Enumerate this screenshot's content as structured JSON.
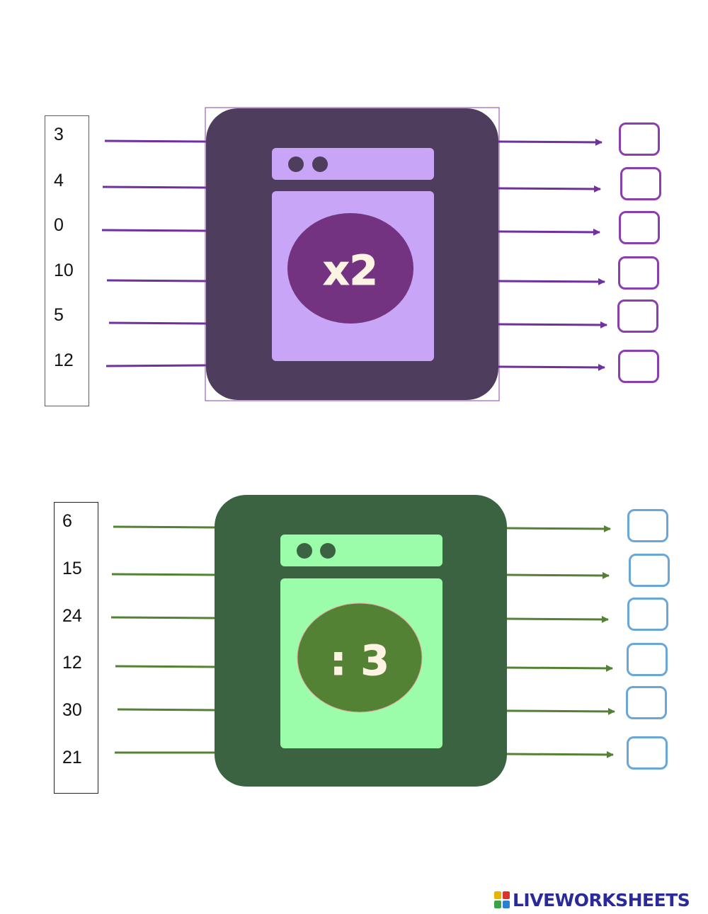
{
  "machine_multiply": {
    "operation": "x2",
    "inputs": [
      "3",
      "4",
      "0",
      "10",
      "5",
      "12"
    ],
    "colors": {
      "frame": "#4f3d5e",
      "panel": "#c8a5f6",
      "knob": "#4f3d5e",
      "drum": "#733380",
      "arrow": "#7030a0",
      "answer_border": "#8a3fb0"
    }
  },
  "machine_divide": {
    "operation": ": 3",
    "inputs": [
      "6",
      "15",
      "24",
      "12",
      "30",
      "21"
    ],
    "colors": {
      "frame": "#3b6341",
      "panel": "#9bfdaa",
      "knob": "#3b6341",
      "drum": "#548235",
      "arrow": "#548235",
      "answer_border": "#6aa6d8"
    }
  },
  "branding": {
    "logo_text": "LIVEWORKSHEETS",
    "logo_icon": "liveworksheets-logo-icon"
  }
}
